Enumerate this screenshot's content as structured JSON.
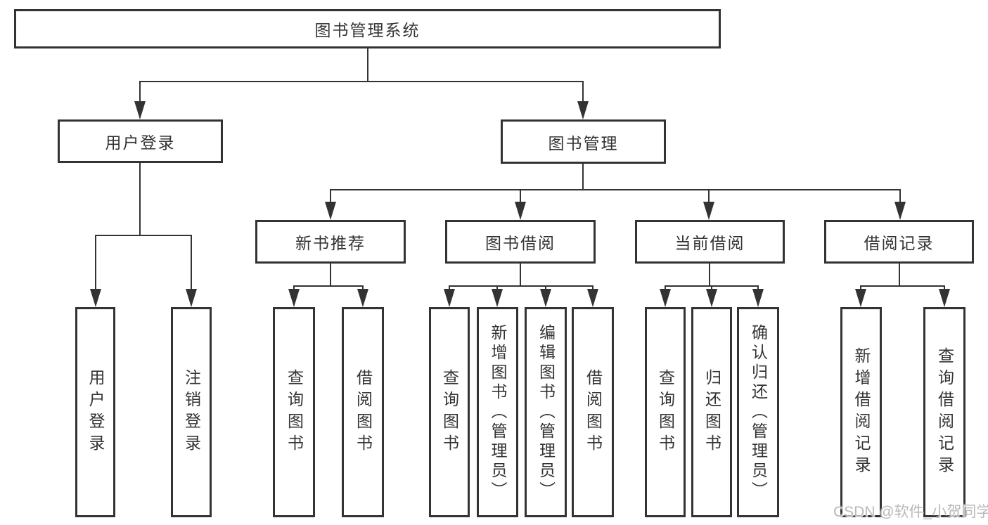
{
  "tree": {
    "root": {
      "label": "图书管理系统"
    },
    "branches": [
      {
        "label": "用户登录",
        "children": [
          "用户登录",
          "注销登录"
        ]
      },
      {
        "label": "图书管理",
        "groups": [
          {
            "label": "新书推荐",
            "children": [
              "查询图书",
              "借阅图书"
            ]
          },
          {
            "label": "图书借阅",
            "children": [
              "查询图书",
              "新增图书（管理员）",
              "编辑图书（管理员）",
              "借阅图书"
            ]
          },
          {
            "label": "当前借阅",
            "children": [
              "查询图书",
              "归还图书",
              "确认归还（管理员）"
            ]
          },
          {
            "label": "借阅记录",
            "children": [
              "新增借阅记录",
              "查询借阅记录"
            ]
          }
        ]
      }
    ]
  },
  "watermark": {
    "text": "CSDN @软件_小贺同学"
  },
  "colors": {
    "line": "#333333",
    "text": "#343434",
    "background": "#ffffff",
    "watermark": "#b9b9b9"
  }
}
